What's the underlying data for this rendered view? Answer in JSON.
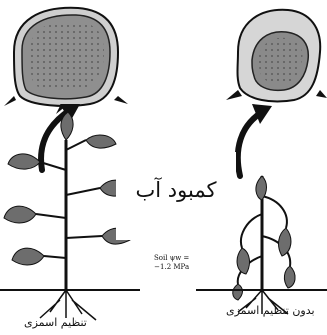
{
  "center_label": "کمبود آب",
  "caption_left": "تنظیم اسمزی",
  "caption_right": "بدون تنظیم اسمزی",
  "soil_label_line1": "Soil ψw =",
  "soil_label_line2": "−1.2 MPa"
}
